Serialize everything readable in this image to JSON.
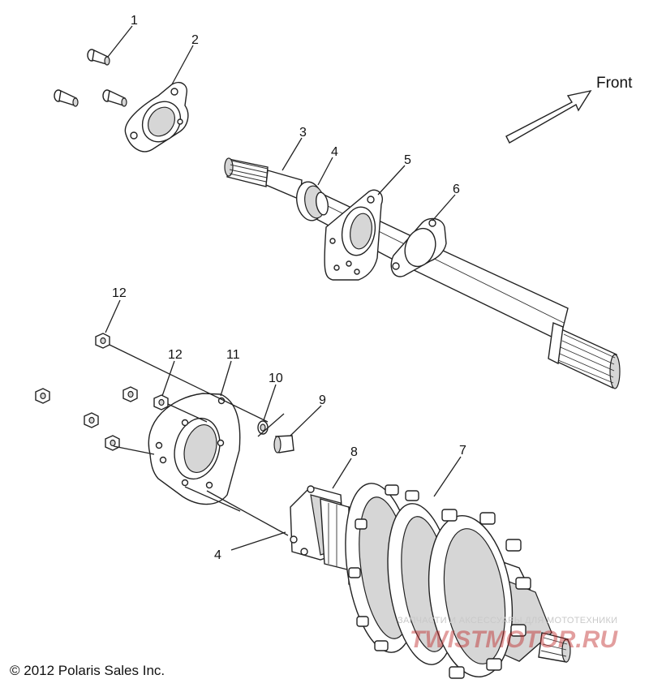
{
  "direction_label": "Front",
  "copyright": "© 2012 Polaris Sales Inc.",
  "watermark": {
    "caption": "ЗАПЧАСТИ И АКСЕССУАРЫ ДЛЯ МОТОТЕХНИКИ",
    "logo": "TWISTMOTOR.RU"
  },
  "callouts": [
    "1",
    "2",
    "3",
    "4",
    "5",
    "6",
    "12",
    "12",
    "11",
    "10",
    "9",
    "8",
    "7",
    "4"
  ],
  "colors": {
    "line": "#222222",
    "background": "#ffffff",
    "watermark_red": "#be2828"
  }
}
